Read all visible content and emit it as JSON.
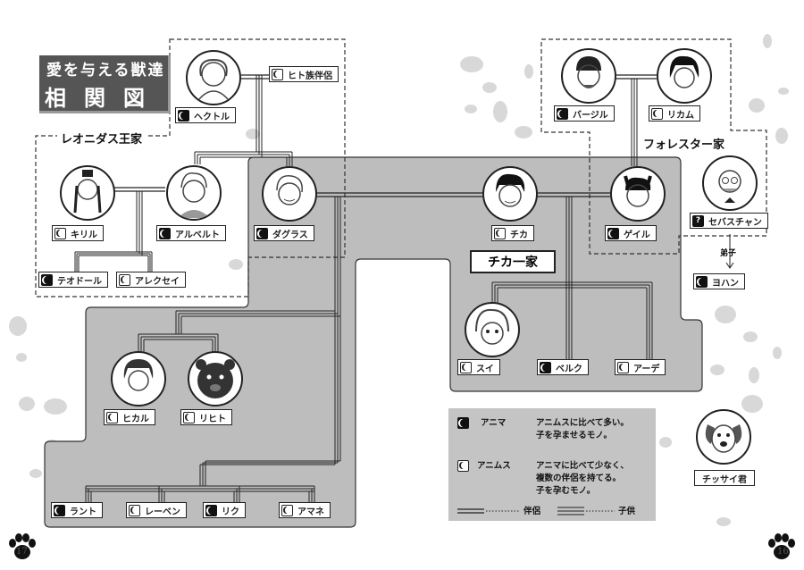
{
  "title": {
    "line1": "愛を与える獣達",
    "line2": "相関図"
  },
  "families": {
    "leonidas": "レオニダス王家",
    "forester": "フォレスター家",
    "chika": "チカ一家"
  },
  "characters": {
    "hito_partner": {
      "name": "ヒト族伴侶",
      "marker": "animus"
    },
    "hector": {
      "name": "ヘクトル",
      "marker": "anima"
    },
    "kiril": {
      "name": "キリル",
      "marker": "animus"
    },
    "albert": {
      "name": "アルベルト",
      "marker": "anima"
    },
    "douglas": {
      "name": "ダグラス",
      "marker": "anima"
    },
    "theodore": {
      "name": "テオドール",
      "marker": "anima"
    },
    "alexei": {
      "name": "アレクセイ",
      "marker": "animus"
    },
    "hikaru": {
      "name": "ヒカル",
      "marker": "animus"
    },
    "rihito": {
      "name": "リヒト",
      "marker": "animus"
    },
    "ranto": {
      "name": "ラント",
      "marker": "anima"
    },
    "reben": {
      "name": "レーベン",
      "marker": "animus"
    },
    "riku": {
      "name": "リク",
      "marker": "anima"
    },
    "amane": {
      "name": "アマネ",
      "marker": "animus"
    },
    "chika": {
      "name": "チカ",
      "marker": "animus"
    },
    "gail": {
      "name": "ゲイル",
      "marker": "anima"
    },
    "sui": {
      "name": "スイ",
      "marker": "animus"
    },
    "berg": {
      "name": "ベルク",
      "marker": "anima"
    },
    "ade": {
      "name": "アーデ",
      "marker": "animus"
    },
    "basil": {
      "name": "バージル",
      "marker": "anima"
    },
    "rikamu": {
      "name": "リカム",
      "marker": "animus"
    },
    "sebastian": {
      "name": "セバスチャン",
      "marker": "unknown",
      "marker_text": "?"
    },
    "yohan": {
      "name": "ヨハン",
      "marker": "anima"
    },
    "chissai": {
      "name": "チッサイ君"
    }
  },
  "apprentice_label": "弟子",
  "legend": {
    "anima_term": "アニマ",
    "anima_desc_1": "アニムスに比べて多い。",
    "anima_desc_2": "子を孕ませるモノ。",
    "animus_term": "アニムス",
    "animus_desc_1": "アニマに比べて少なく、",
    "animus_desc_2": "複数の伴侶を持てる。",
    "animus_desc_3": "子を孕むモノ。",
    "partner": "伴侶",
    "child": "子供"
  },
  "pages": {
    "left": "17",
    "right": "16"
  },
  "colors": {
    "panel": "#bdbdbd",
    "legend": "#c4c4c4",
    "title_bg": "#555555",
    "ink": "#222222"
  }
}
